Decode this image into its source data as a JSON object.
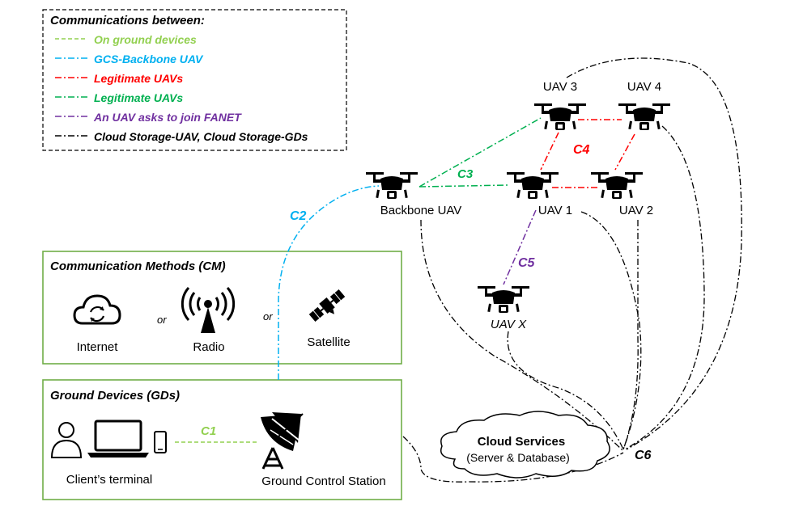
{
  "legend": {
    "title": "Communications between:",
    "items": [
      {
        "label": "On ground devices",
        "color": "#92d050",
        "dash": "dashed"
      },
      {
        "label": "GCS-Backbone UAV",
        "color": "#00b0f0",
        "dash": "dashdot"
      },
      {
        "label": "Legitimate UAVs",
        "color": "#ff0000",
        "dash": "dashdot"
      },
      {
        "label": "Legitimate UAVs",
        "color": "#00b050",
        "dash": "dashdot"
      },
      {
        "label": "An UAV asks to join FANET",
        "color": "#7030a0",
        "dash": "dashdot"
      },
      {
        "label": "Cloud Storage-UAV, Cloud Storage-GDs",
        "color": "#000000",
        "dash": "dashdot"
      }
    ]
  },
  "cm_box": {
    "title": "Communication Methods (CM)",
    "or1": "or",
    "or2": "or",
    "internet": "Internet",
    "radio": "Radio",
    "satellite": "Satellite",
    "border_color": "#70ad47"
  },
  "gd_box": {
    "title": "Ground Devices (GDs)",
    "client": "Client’s terminal",
    "gcs": "Ground Control Station",
    "border_color": "#70ad47"
  },
  "uavs": {
    "uav3": "UAV 3",
    "uav4": "UAV 4",
    "uav1": "UAV 1",
    "uav2": "UAV 2",
    "backbone": "Backbone UAV",
    "uavx": "UAV X"
  },
  "links": {
    "c1": "C1",
    "c2": "C2",
    "c3": "C3",
    "c4": "C4",
    "c5": "C5",
    "c6": "C6"
  },
  "cloud": {
    "line1": "Cloud Services",
    "line2": "(Server & Database)"
  },
  "icons": [
    "cloud-sync-icon",
    "radio-tower-icon",
    "satellite-icon",
    "person-icon",
    "laptop-icon",
    "phone-icon",
    "satellite-dish-icon",
    "drone-icon"
  ]
}
